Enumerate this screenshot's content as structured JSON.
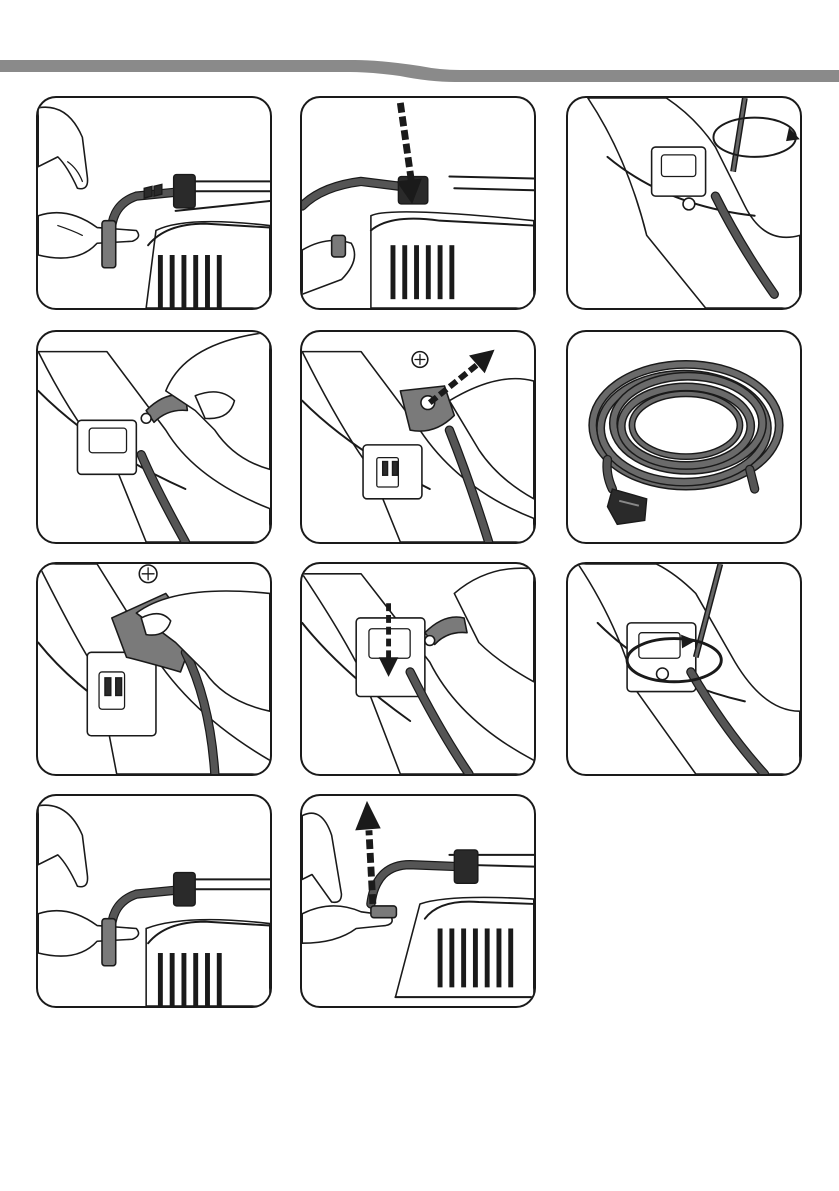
{
  "document": {
    "type": "assembly-instruction-page",
    "header_band_color": "#8a8a8a",
    "panel_border_color": "#1a1a1a",
    "accent_gray": "#7a7a7a"
  },
  "steps": [
    {
      "id": 1,
      "action": "pull-release-tab",
      "icons": [
        "hand-icon",
        "plug-connector-icon",
        "motor-housing-icon"
      ]
    },
    {
      "id": 2,
      "action": "insert-connector-down",
      "icons": [
        "down-arrow-icon",
        "plug-connector-icon"
      ]
    },
    {
      "id": 3,
      "action": "screw-rotate",
      "icons": [
        "screwdriver-icon",
        "rotation-arrow-icon"
      ]
    },
    {
      "id": 4,
      "action": "remove-cable-clamp",
      "icons": [
        "hand-icon",
        "cable-clamp-icon"
      ]
    },
    {
      "id": 5,
      "action": "pull-clamp-out",
      "icons": [
        "diagonal-arrow-icon",
        "cable-clamp-icon"
      ]
    },
    {
      "id": 6,
      "action": "extension-cable",
      "icons": [
        "coiled-cable-icon",
        "plug-icon"
      ]
    },
    {
      "id": 7,
      "action": "hold-strain-relief",
      "icons": [
        "hand-icon",
        "strain-relief-icon"
      ]
    },
    {
      "id": 8,
      "action": "fit-clamp-down",
      "icons": [
        "down-arrow-icon",
        "cable-clamp-icon"
      ]
    },
    {
      "id": 9,
      "action": "tighten-screw",
      "icons": [
        "screwdriver-icon",
        "rotation-arrow-icon"
      ]
    },
    {
      "id": 10,
      "action": "pull-release-tab",
      "icons": [
        "hand-icon",
        "plug-connector-icon"
      ]
    },
    {
      "id": 11,
      "action": "lift-connector-up",
      "icons": [
        "up-arrow-icon",
        "plug-connector-icon"
      ]
    }
  ]
}
